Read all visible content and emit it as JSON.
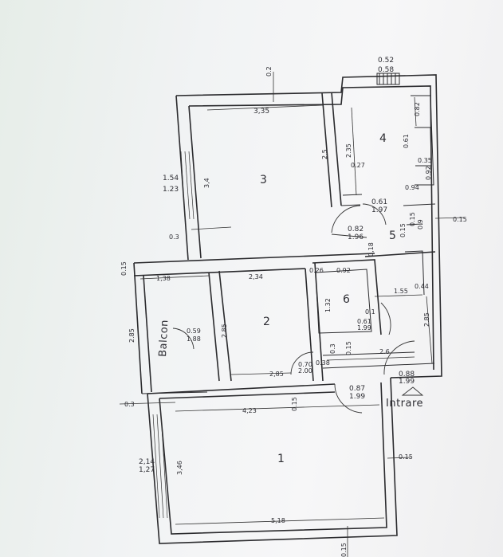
{
  "rooms": {
    "room_1": "1",
    "room_2": "2",
    "room_3": "3",
    "room_4": "4",
    "room_5": "5",
    "room_6": "6",
    "balcon": "Balcon",
    "intrare": "Intrare"
  },
  "dimensions": {
    "d_052": "0.52",
    "d_058": "0.58",
    "d_02_top": "0.2",
    "d_335": "3,35",
    "d_082_k": "0.82",
    "d_061_k": "0.61",
    "d_035_k": "0.35",
    "d_092_k": "0.92",
    "d_025": "2.5",
    "d_235": "2.35",
    "d_027": "0.27",
    "d_34": "3,4",
    "d_154": "1.54",
    "d_123": "1.23",
    "d_061_d": "0.61",
    "d_197": "1.97",
    "d_094": "0.94",
    "d_015_r": "0.15",
    "d_015_a": "0.15",
    "d_09": "0.9",
    "d_015_b": "0.15",
    "d_082_d": "0.82",
    "d_196": "1.96",
    "d_03_l": "0.3",
    "d_018": "0,18",
    "d_015_ml": "0.15",
    "d_138": "1,38",
    "d_234": "2,34",
    "d_026": "0.26",
    "d_092_6": "0.92",
    "d_044": "0.44",
    "d_132": "1.32",
    "d_155": "1.55",
    "d_285_l": "2.85",
    "d_059": "0.59",
    "d_188": "1.88",
    "d_285_m": "2.85",
    "d_061_6": "0.61",
    "d_199_6": "1.99",
    "d_01": "0,1",
    "d_285_r": "2.85",
    "d_03_c": "0.3",
    "d_015_c": "0.15",
    "d_26": "2.6",
    "d_070": "0.70",
    "d_200": "2.00",
    "d_038": "0.38",
    "d_285_b": "2,85",
    "d_087": "0.87",
    "d_199_e": "1.99",
    "d_088": "0.88",
    "d_199_i": "1.99",
    "d_03_b": "0.3",
    "d_423": "4,23",
    "d_015_1": "0.15",
    "d_214": "2,14",
    "d_127": "1,27",
    "d_346": "3,46",
    "d_015_e": "0.15",
    "d_518": "5,18",
    "d_015_bot": "0.15"
  }
}
